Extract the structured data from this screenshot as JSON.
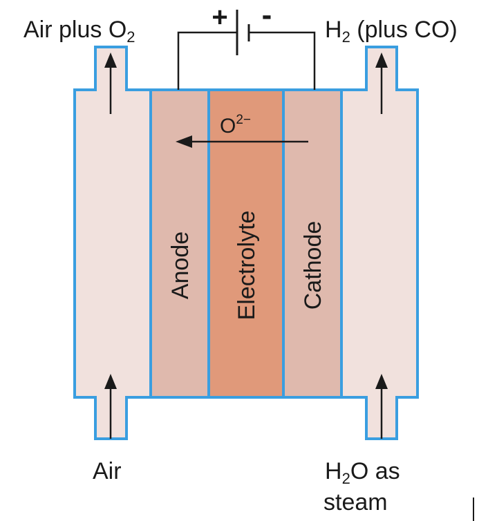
{
  "labels": {
    "top_left": "Air plus O",
    "top_left_sub": "2",
    "top_right_h": "H",
    "top_right_sub": "2",
    "top_right_rest": " (plus CO)",
    "plus_sign": "+",
    "minus_sign": "-",
    "ion_base": "O",
    "ion_charge": "2−",
    "bottom_left": "Air",
    "bottom_right_line1_h": "H",
    "bottom_right_line1_sub": "2",
    "bottom_right_line1_rest": "O as",
    "bottom_right_line2": "steam"
  },
  "layers": {
    "anode": "Anode",
    "electrolyte": "Electrolyte",
    "cathode": "Cathode"
  },
  "colors": {
    "outline": "#3a9ee0",
    "channel_fill": "#f1e1dd",
    "electrode_fill": "#dfb9ad",
    "electrolyte_fill": "#e0997a",
    "wire": "#1a1a1a"
  }
}
